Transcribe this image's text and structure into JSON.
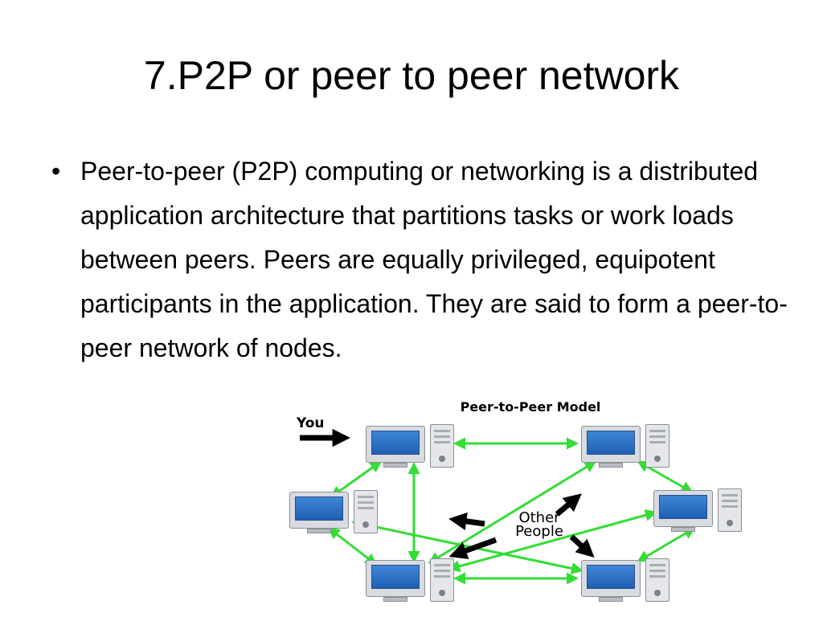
{
  "slide": {
    "title": "7.P2P or peer to peer network",
    "bullets": [
      {
        "marker": "•",
        "text": "Peer-to-peer (P2P) computing or networking is a distributed application architecture that partitions tasks or work loads between peers. Peers are equally privileged, equipotent participants in the application. They are said to form a peer-to-peer network of nodes."
      }
    ]
  },
  "diagram": {
    "title": "Peer-to-Peer Model",
    "you_label": "You",
    "other_people_label": [
      "Other",
      "People"
    ],
    "icon": "desktop-computer-icon",
    "node_count": 6,
    "colors": {
      "connection": "#33dd33",
      "screen": "#2f74cc",
      "arrow": "#000000"
    }
  }
}
